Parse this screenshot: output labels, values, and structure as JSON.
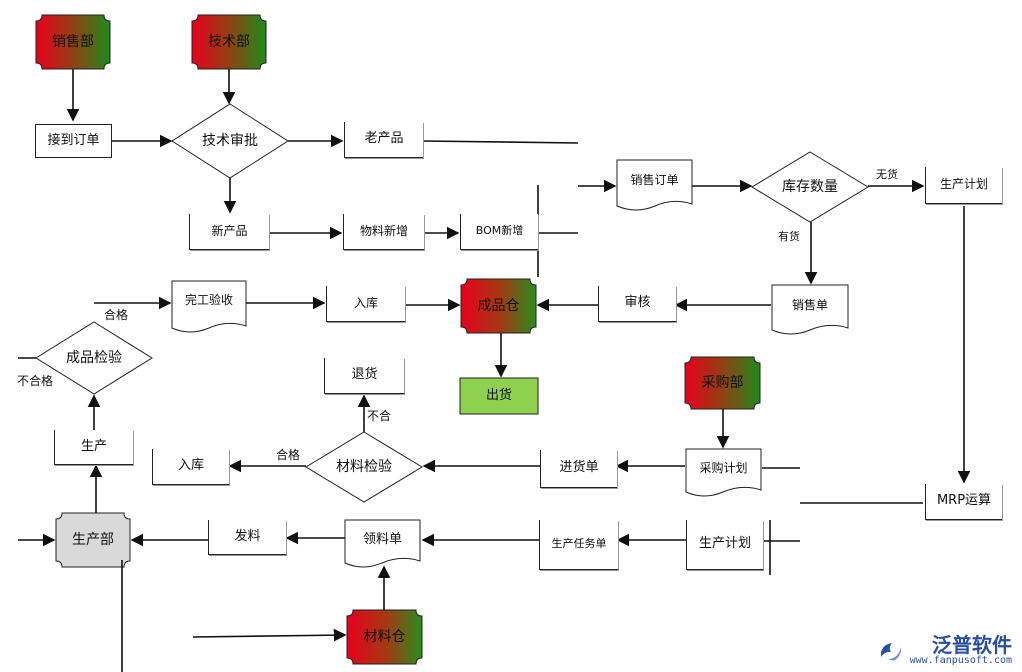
{
  "departments": {
    "sales": "销售部",
    "tech": "技术部",
    "purchase": "采购部",
    "warehouse_finished": "成品仓",
    "warehouse_material": "材料仓",
    "production": "生产部"
  },
  "processes": {
    "receive_order": "接到订单",
    "old_product": "老产品",
    "new_product": "新产品",
    "material_add": "物料新增",
    "bom_add": "BOM新增",
    "prod_plan_top": "生产计划",
    "audit": "审核",
    "inbound_top": "入库",
    "return_goods": "退货",
    "ship": "出货",
    "production": "生产",
    "inbound_mid": "入库",
    "purchase_receipt": "进货单",
    "issue_material": "发料",
    "prod_task": "生产任务单",
    "prod_plan_bottom": "生产计划",
    "mrp": "MRP运算"
  },
  "documents": {
    "sales_order": "销售订单",
    "sales_slip": "销售单",
    "completion_check": "完工验收",
    "purchase_plan": "采购计划",
    "requisition": "领料单"
  },
  "decisions": {
    "tech_approval": "技术审批",
    "stock_qty": "库存数量",
    "product_inspection": "成品检验",
    "material_inspection": "材料检验"
  },
  "labels": {
    "no_stock": "无货",
    "has_stock": "有货",
    "pass_top": "合格",
    "fail_left": "不合格",
    "fail_mid": "不合",
    "pass_mid": "合格"
  },
  "colors": {
    "gradient_red": "#e8001c",
    "gradient_green": "#1f8a1a",
    "ship_fill": "#8fd14f",
    "production_fill": "#d9d9d9",
    "logo_blue": "#2b4fa0"
  },
  "logo": {
    "brand": "泛普软件",
    "url": "www.fanpusoft.com"
  }
}
